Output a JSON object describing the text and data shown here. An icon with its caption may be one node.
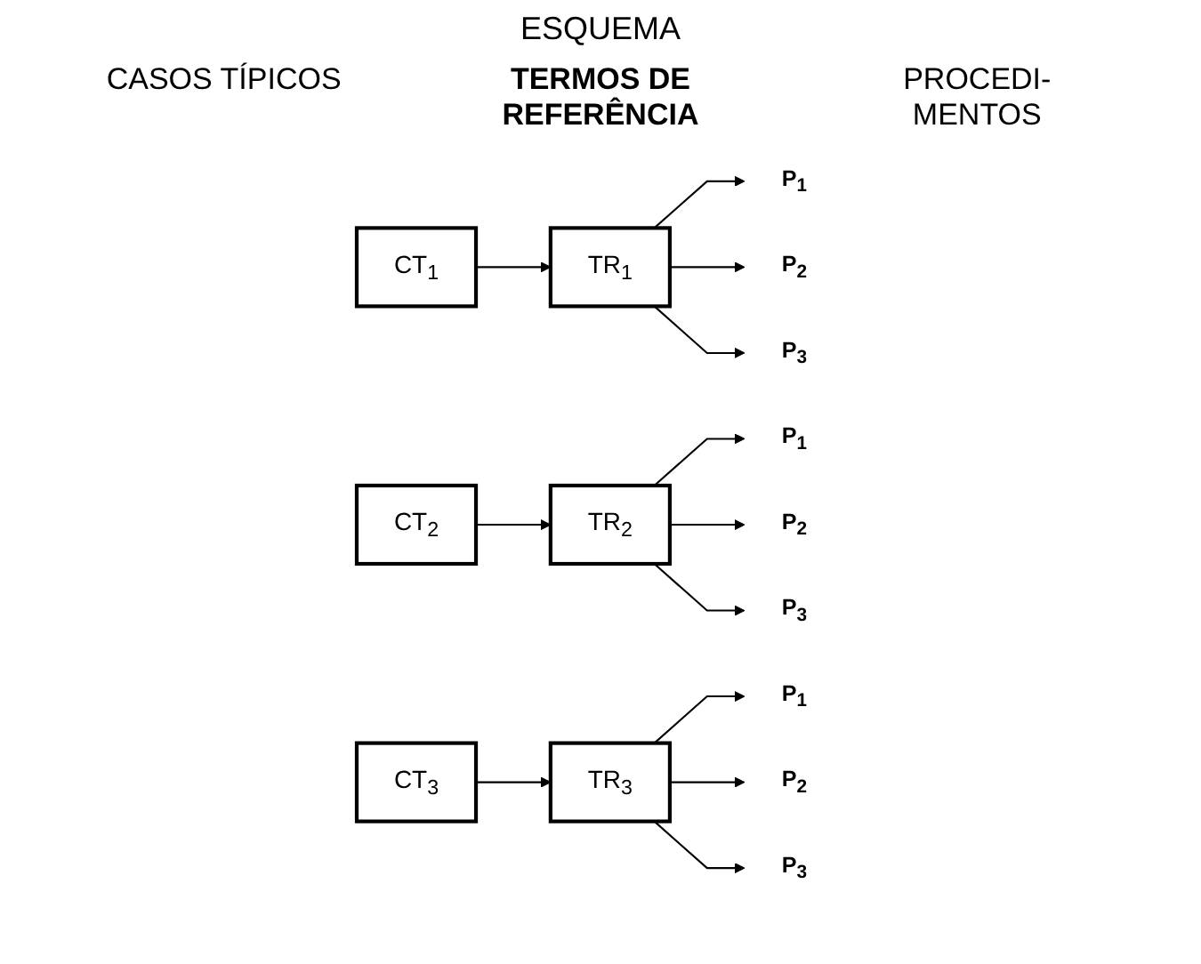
{
  "diagram": {
    "title": "ESQUEMA",
    "nodes": [
      {
        "text": [
          "CT$_{1}$"
        ]
      },
      {
        "text": [
          "TR$_{1}$"
        ]
      },
      {
        "text": [
          "P$_{1}$"
        ]
      },
      {
        "text": [
          "P$_{2}$"
        ]
      },
      {
        "text": [
          "P$_{3}$"
        ]
      },
      {
        "text": [
          "CT$_{2}$"
        ]
      },
      {
        "text": [
          "TR$_{2}$"
        ]
      },
      {
        "text": [
          "P$_{1}$"
        ]
      },
      {
        "text": [
          "P$_{2}$"
        ]
      },
      {
        "text": [
          "P$_{3}$"
        ]
      },
      {
        "text": [
          "CT$_{3}$"
        ]
      },
      {
        "text": [
          "TR$_{3}$"
        ]
      },
      {
        "text": [
          "P$_{1}$"
        ]
      },
      {
        "text": [
          "P$_{2}$"
        ]
      },
      {
        "text": [
          "P$_{3}$"
        ]
      }
    ],
    "edges": [
      {
        "from": 0,
        "to": 1,
        "arrow": "to"
      },
      {
        "from": 1,
        "to": 2,
        "arrow": "to"
      },
      {
        "from": 1,
        "to": 3,
        "arrow": "to"
      },
      {
        "from": 1,
        "to": 4,
        "arrow": "to"
      },
      {
        "from": 5,
        "to": 6,
        "arrow": "to"
      },
      {
        "from": 6,
        "to": 7,
        "arrow": "to"
      },
      {
        "from": 6,
        "to": 8,
        "arrow": "to"
      },
      {
        "from": 6,
        "to": 9,
        "arrow": "to"
      },
      {
        "from": 10,
        "to": 11,
        "arrow": "to"
      },
      {
        "from": 11,
        "to": 12,
        "arrow": "to"
      },
      {
        "from": 11,
        "to": 13,
        "arrow": "to"
      },
      {
        "from": 11,
        "to": 14,
        "arrow": "to"
      }
    ],
    "labels": [
      "CASOS TÍPICOS",
      "TERMOS DE REFERÊNCIA",
      "PROCEDI- MENTOS"
    ]
  }
}
